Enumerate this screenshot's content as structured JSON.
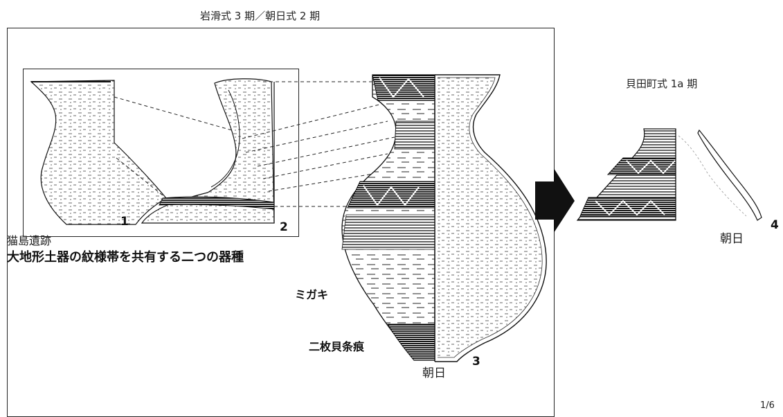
{
  "header": {
    "main_title": "岩滑式 3 期／朝日式 2 期",
    "right_title": "貝田町式 1a 期"
  },
  "inset": {
    "site_name": "猫島遺跡",
    "caption": "大地形土器の紋様帯を共有する二つの器種",
    "fig1_number": "1",
    "fig2_number": "2"
  },
  "main_vessel": {
    "label_migaki": "ミガキ",
    "label_shell": "二枚貝条痕",
    "site_label": "朝日",
    "number": "3"
  },
  "right_vessel": {
    "site_label": "朝日",
    "number": "4"
  },
  "scale_note": "1/6",
  "colors": {
    "ink": "#111111",
    "arrow": "#111111"
  },
  "icons": {
    "arrow": "right-arrow-icon"
  }
}
